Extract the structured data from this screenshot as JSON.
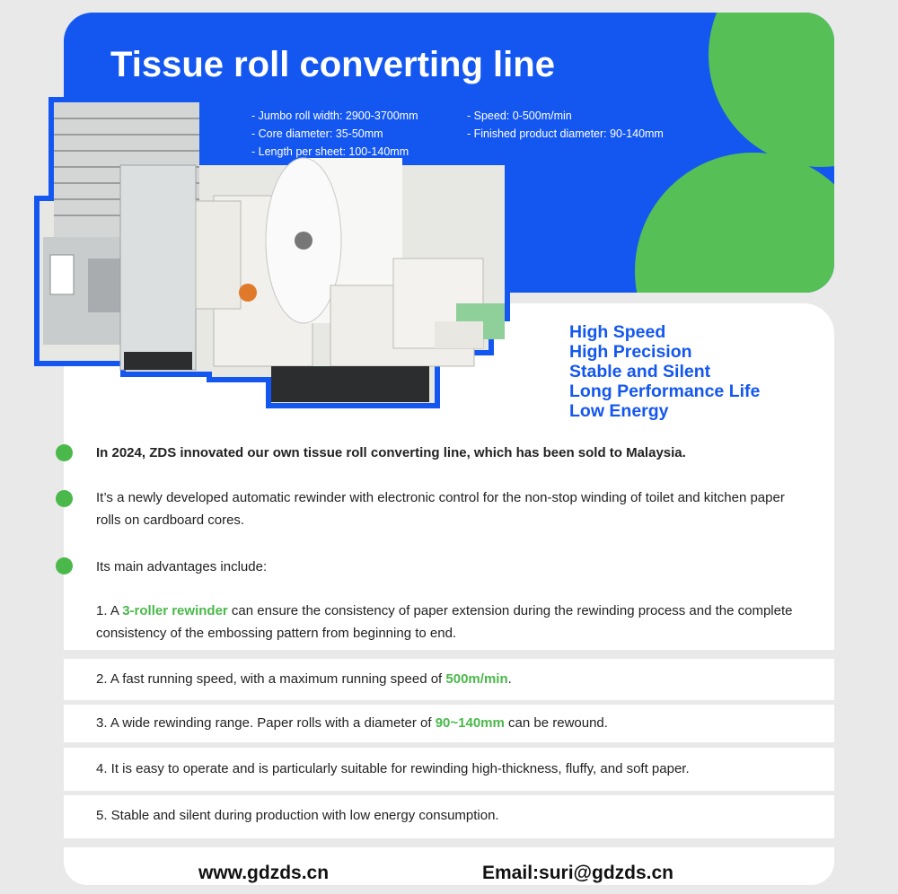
{
  "hero": {
    "title": "Tissue roll converting line",
    "specs_left": [
      "- Jumbo roll width: 2900-3700mm",
      "- Core diameter: 35-50mm",
      "- Length per sheet: 100-140mm"
    ],
    "specs_right": [
      "- Speed: 0-500m/min",
      "- Finished product diameter: 90-140mm"
    ]
  },
  "features": [
    "High Speed",
    "High Precision",
    "Stable and Silent",
    "Long Performance Life",
    "Low Energy"
  ],
  "intro": {
    "p1": "In 2024, ZDS innovated our own tissue roll converting line, which has been sold to Malaysia.",
    "p2": "It’s a newly developed automatic rewinder with electronic control for the non-stop winding of toilet and kitchen paper rolls on cardboard cores.",
    "p3": "Its main advantages include:"
  },
  "advantages": [
    {
      "pre": "1. A ",
      "hl": "3-roller rewinder",
      "post": " can ensure the consistency of paper extension during the rewinding process and the complete consistency of the embossing pattern from beginning to end."
    },
    {
      "pre": "2. A fast running speed, with a maximum running speed of ",
      "hl": "500m/min",
      "post": "."
    },
    {
      "pre": "3. A wide rewinding range. Paper rolls with a diameter of ",
      "hl": "90~140mm",
      "post": " can be rewound."
    },
    {
      "pre": "4. It is easy to operate and is particularly suitable for rewinding high-thickness, fluffy, and soft paper.",
      "hl": "",
      "post": ""
    },
    {
      "pre": "5. Stable and silent during production with low energy consumption.",
      "hl": "",
      "post": ""
    }
  ],
  "footer": {
    "website": "www.gdzds.cn",
    "email": "Email:suri@gdzds.cn"
  },
  "colors": {
    "brand_blue": "#1457f0",
    "accent_green": "#4ab84a",
    "background": "#e9e9e9"
  }
}
